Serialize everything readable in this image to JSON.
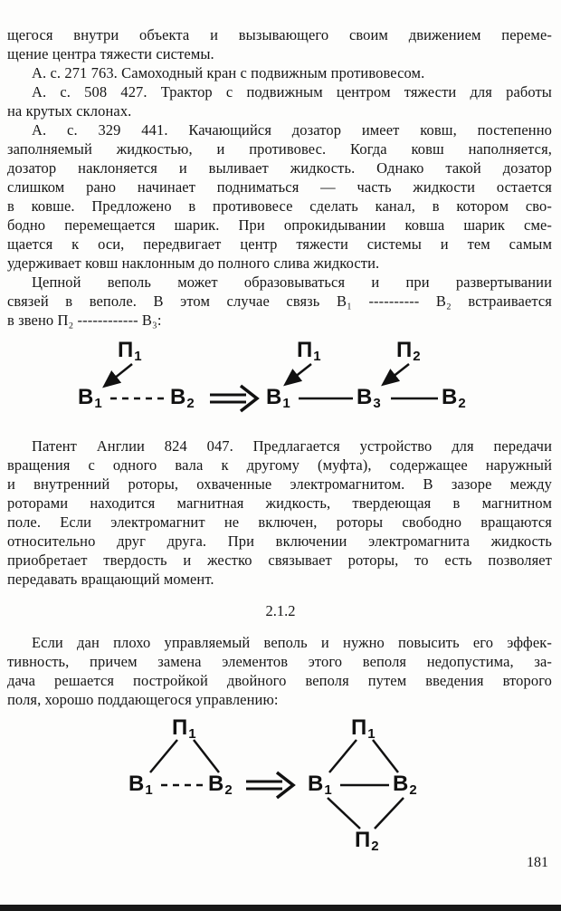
{
  "page": {
    "number": "181"
  },
  "sections": {
    "block1": {
      "paragraphs": [
        {
          "indent": false,
          "lines": [
            "щегося внутри объекта и вызывающего своим движением переме-",
            "щение центра тяжести системы."
          ]
        },
        {
          "indent": true,
          "lines": [
            "А. с. 271 763. Самоходный кран с подвижным противовесом."
          ]
        },
        {
          "indent": true,
          "lines": [
            "А. с. 508 427. Трактор с подвижным центром тяжести для работы",
            "на крутых склонах."
          ]
        },
        {
          "indent": true,
          "lines": [
            "А. с. 329 441. Качающийся дозатор имеет ковш, постепенно",
            "заполняемый жидкостью, и противовес. Когда ковш наполняется,",
            "дозатор наклоняется и выливает жидкость. Однако такой дозатор",
            "слишком рано начинает подниматься — часть жидкости остается",
            "в ковше. Предложено в противовесе сделать канал, в котором сво-",
            "бодно перемещается шарик. При опрокидывании ковша шарик сме-",
            "щается к оси, передвигает центр тяжести системы и тем самым",
            "удерживает ковш наклонным до полного слива жидкости."
          ]
        },
        {
          "indent": true,
          "lines": [
            "Цепной веполь может образовываться и при развертывании",
            "связей в веполе. В этом случае связь В₁ ---------- В₂ встраивается",
            "в звено П₂ ------------ В₃:"
          ]
        }
      ]
    },
    "block2": {
      "paragraphs": [
        {
          "indent": true,
          "lines": [
            "Патент Англии 824 047. Предлагается устройство для передачи",
            "вращения с одного вала к другому (муфта), содержащее наружный",
            "и внутренний роторы, охваченные электромагнитом. В зазоре между",
            "роторами находится магнитная жидкость, твердеющая в магнитном",
            "поле. Если электромагнит не включен, роторы свободно вращаются",
            "относительно друг друга. При включении электромагнита жидкость",
            "приобретает твердость и жестко связывает роторы, то есть позволяет",
            "передавать вращающий момент."
          ]
        }
      ]
    },
    "heading": "2.1.2",
    "block3": {
      "paragraphs": [
        {
          "indent": true,
          "lines": [
            "Если дан плохо управляемый веполь и нужно повысить его эффек-",
            "тивность, причем замена элементов этого веполя недопустима, за-",
            "дача решается постройкой двойного веполя путем введения второго",
            "поля, хорошо поддающегося управлению:"
          ]
        }
      ]
    }
  },
  "diagram1": {
    "left": {
      "p1": {
        "base": "П",
        "sub": "1"
      },
      "b1": {
        "base": "В",
        "sub": "1"
      },
      "b2": {
        "base": "В",
        "sub": "2"
      }
    },
    "right": {
      "p1": {
        "base": "П",
        "sub": "1"
      },
      "b1": {
        "base": "В",
        "sub": "1"
      },
      "b3": {
        "base": "В",
        "sub": "3"
      },
      "p2": {
        "base": "П",
        "sub": "2"
      },
      "b2": {
        "base": "В",
        "sub": "2"
      }
    }
  },
  "diagram2": {
    "left": {
      "p1": {
        "base": "П",
        "sub": "1"
      },
      "b1": {
        "base": "В",
        "sub": "1"
      },
      "b2": {
        "base": "В",
        "sub": "2"
      }
    },
    "right": {
      "p1": {
        "base": "П",
        "sub": "1"
      },
      "b1": {
        "base": "В",
        "sub": "1"
      },
      "b2": {
        "base": "В",
        "sub": "2"
      },
      "p2": {
        "base": "П",
        "sub": "2"
      }
    }
  }
}
